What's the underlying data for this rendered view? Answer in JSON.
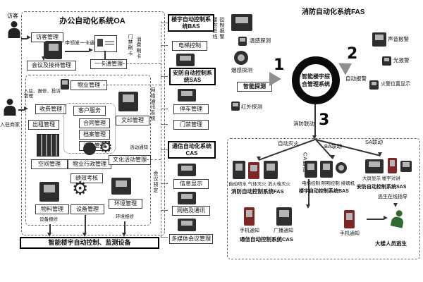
{
  "left": {
    "title": "办公自动化系统OA",
    "visitor": "访客",
    "visitor_mgmt": "访客管理",
    "meeting_reception": "会议及接待管理",
    "apply_card": "申领发一卡通",
    "card_mgmt": "一卡通管理",
    "door_swipe": "门禁刷卡",
    "consume_swipe": "消费刷卡",
    "bus_note_1": "楼控总线",
    "bus_note_2": "控制报警",
    "property_mgmt": "物业管理",
    "tenant": "入驻商家",
    "complaints": "入驻、报修、投诉管理",
    "fees": "收费管理",
    "customer_service": "客户服务",
    "contract": "合同管理",
    "archive": "档案管理",
    "activity": "活动管理",
    "rental": "出租管理",
    "print_mgmt": "文印管理",
    "space": "空间管理",
    "property_admin": "物业行政管理",
    "culture": "文化活动管理",
    "activity_notice": "活动通知",
    "performance": "绩效考核",
    "material": "物料管理",
    "equipment": "设备管理",
    "environment": "环境管理",
    "equip_repair": "设备报修",
    "env_repair": "环境报修",
    "net_vert": "网络通讯系统",
    "meeting_vert": "会议预定",
    "bottom_box": "智能楼宇自动控制、监测设备"
  },
  "column": {
    "bas": "楼宇自动控制系统BAS",
    "elevator": "电梯控制",
    "sas": "安防自动控制系统SAS",
    "parking": "停车管理",
    "door": "门禁管理",
    "cas": "通信自动化系统CAS",
    "info_display": "信息显示",
    "network": "网络及通讯",
    "multimedia": "多媒体会议管理"
  },
  "right": {
    "fas_title": "消防自动化系统FAS",
    "temp": "温感探测",
    "smoke": "烟感探测",
    "smart": "智能探测",
    "infrared": "红外探测",
    "n1": "1",
    "n2": "2",
    "n3": "3",
    "center": "智能楼宇综合管理系统",
    "sound_alarm": "声音报警",
    "light_alarm": "光报警",
    "auto_alarm": "自动报警",
    "fire_pos": "火警位置显示",
    "fire_linkage": "消防联动",
    "auto_ext": "自动灭火",
    "ba": "BA联动",
    "sa": "SA联动",
    "ca": "CA联动",
    "ext_items": "自动喷水 气体灭火 消火栓灭火",
    "fas_sub": "消防自动控制系统FAS",
    "bas_items": "电梯控制 照明控制 排烟机",
    "bas_sub": "楼宇自动控制系统BAS",
    "sas_items": "大屏显示 楼宇对讲",
    "sas_sub": "安防自动控制系统SAS",
    "escape_guide": "逃生在线指导",
    "phone1": "手机通知",
    "broadcast": "广播通知",
    "cas_sub": "通信自动控制系统CAS",
    "phone2": "手机通知",
    "escape": "大楼人员逃生"
  }
}
